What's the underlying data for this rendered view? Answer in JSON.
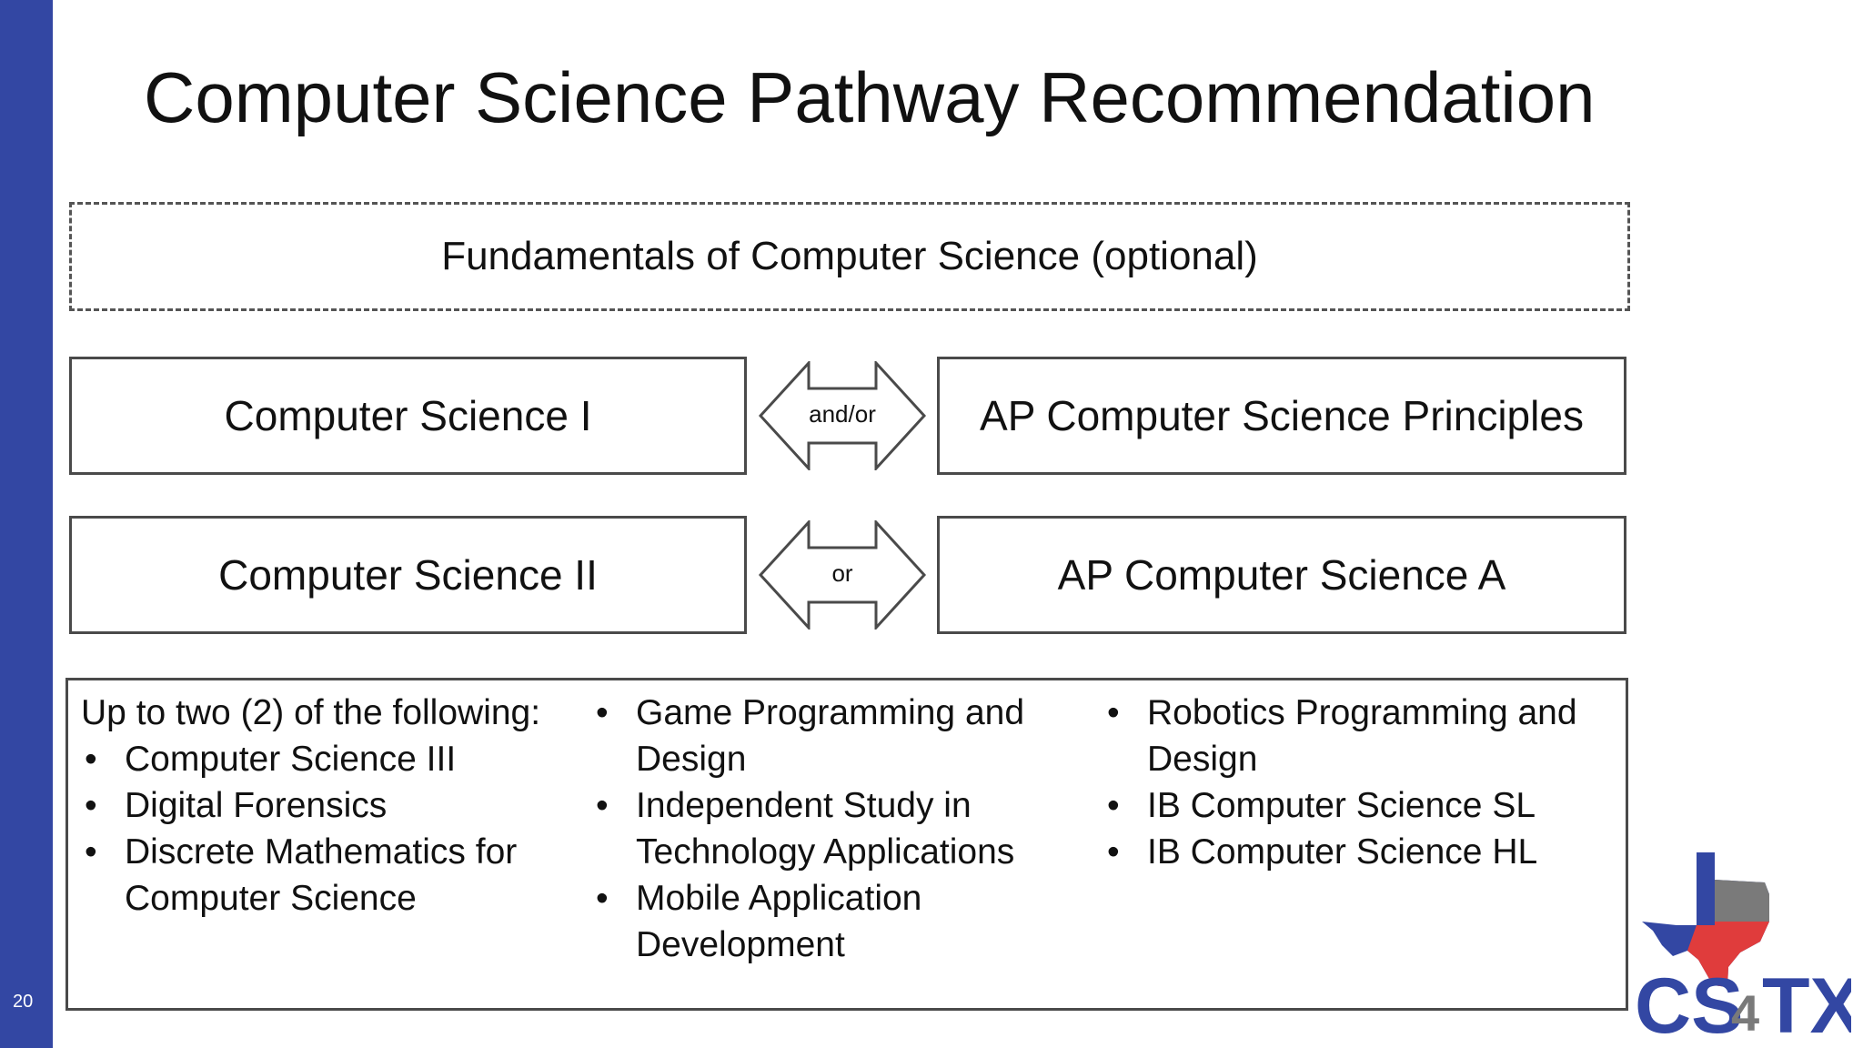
{
  "slide": {
    "number": "20",
    "title": "Computer Science Pathway Recommendation"
  },
  "pathway": {
    "optional_course": "Fundamentals of Computer Science (optional)",
    "row1": {
      "left": "Computer Science I",
      "connector": "and/or",
      "right": "AP Computer Science Principles"
    },
    "row2": {
      "left": "Computer Science II",
      "connector": "or",
      "right": "AP Computer Science A"
    }
  },
  "electives": {
    "heading": "Up to two (2) of the following:",
    "column1": [
      "Computer Science III",
      "Digital Forensics",
      "Discrete Mathematics for Computer Science"
    ],
    "column2": [
      "Game Programming and Design",
      "Independent Study in Technology Applications",
      "Mobile Application Development"
    ],
    "column3": [
      "Robotics Programming and Design",
      "IB Computer Science SL",
      "IB Computer Science HL"
    ]
  },
  "logo": {
    "text_left": "CS",
    "text_middle": "4",
    "text_right": "TX"
  },
  "colors": {
    "accent_blue": "#3347a3",
    "logo_red": "#e03c3c",
    "logo_gray": "#7a7a7a",
    "border": "#4a4a4a"
  }
}
